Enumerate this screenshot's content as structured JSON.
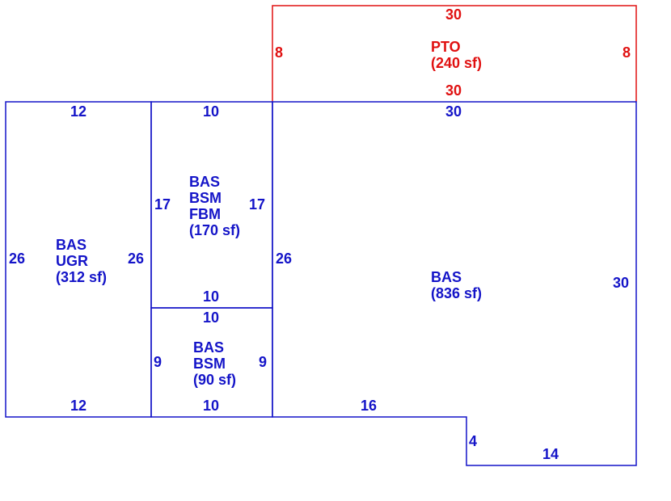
{
  "colors": {
    "main": "#1414c8",
    "porch": "#e01010"
  },
  "areas": {
    "ugr": {
      "lines": [
        "BAS",
        "UGR",
        "(312 sf)"
      ]
    },
    "fbm": {
      "lines": [
        "BAS",
        "BSM",
        "FBM",
        "(170 sf)"
      ]
    },
    "bsm": {
      "lines": [
        "BAS",
        "BSM",
        "(90 sf)"
      ]
    },
    "main": {
      "lines": [
        "BAS",
        "(836 sf)"
      ]
    },
    "pto": {
      "lines": [
        "PTO",
        "(240 sf)"
      ]
    }
  },
  "dims": {
    "pto_top": "30",
    "pto_left": "8",
    "pto_right": "8",
    "pto_bottom": "30",
    "ugr_top": "12",
    "ugr_left": "26",
    "ugr_right": "26",
    "ugr_bottom": "12",
    "fbm_top": "10",
    "fbm_left": "17",
    "fbm_right": "17",
    "fbm_bottom": "10",
    "bsm_top": "10",
    "bsm_left": "9",
    "bsm_right": "9",
    "bsm_bottom": "10",
    "main_top": "30",
    "main_left": "26",
    "main_right": "30",
    "main_bottom": "16",
    "step_side": "4",
    "step_bottom": "14"
  }
}
